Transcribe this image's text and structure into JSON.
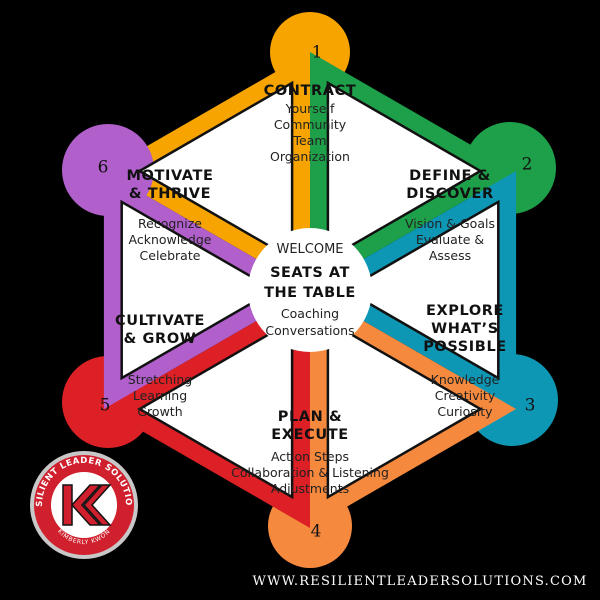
{
  "segments": [
    {
      "number": "1",
      "title": [
        "CONTRACT"
      ],
      "body": [
        "Yourself",
        "Community",
        "Team",
        "Organization"
      ],
      "color": "#F7A400"
    },
    {
      "number": "2",
      "title": [
        "DEFINE &",
        "DISCOVER"
      ],
      "body": [
        "Vision & Goals",
        "Evaluate &",
        "Assess"
      ],
      "color": "#1EA04A"
    },
    {
      "number": "3",
      "title": [
        "EXPLORE",
        "WHAT’S",
        "POSSIBLE"
      ],
      "body": [
        "Knowledge",
        "Creativity",
        "Curiosity"
      ],
      "color": "#0E97B5"
    },
    {
      "number": "4",
      "title": [
        "PLAN &",
        "EXECUTE"
      ],
      "body": [
        "Action Steps",
        "Collaboration & Listening",
        "Adjustments"
      ],
      "color": "#F58A3F"
    },
    {
      "number": "5",
      "title": [
        "CULTIVATE",
        "& GROW"
      ],
      "body": [
        "Stretching",
        "Learning",
        "Growth"
      ],
      "color": "#DC2026"
    },
    {
      "number": "6",
      "title": [
        "MOTIVATE",
        "& THRIVE"
      ],
      "body": [
        "Recognize",
        "Acknowledge",
        "Celebrate"
      ],
      "color": "#B05FCB"
    }
  ],
  "center": {
    "welcome": "WELCOME",
    "title": [
      "SEATS AT",
      "THE TABLE"
    ],
    "body": [
      "Coaching",
      "Conversations"
    ]
  },
  "logo": {
    "ring_text": "RESILIENT LEADER SOLUTIONS",
    "monogram": "KK",
    "name": "KIMBERLY KWON",
    "ring_color": "#D0202E"
  },
  "footer": {
    "url": "WWW.RESILIENTLEADERSOLUTIONS.COM"
  }
}
